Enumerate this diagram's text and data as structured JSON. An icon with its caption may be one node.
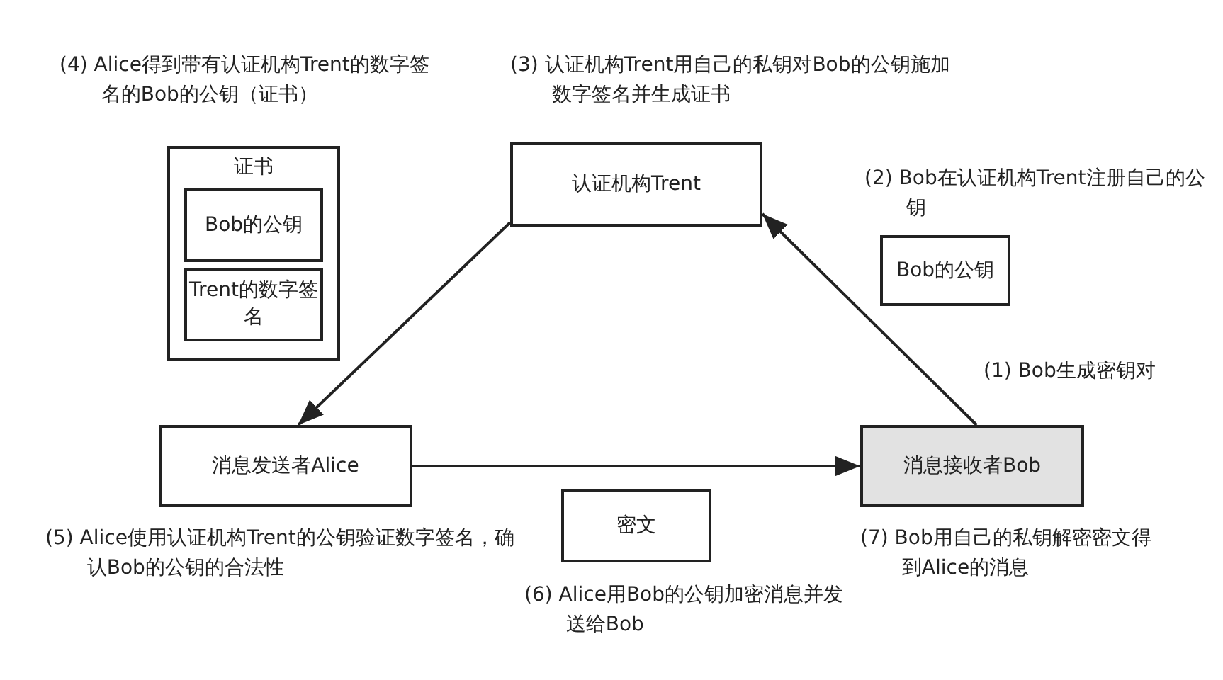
{
  "diagram": {
    "nodes": [
      {
        "text": [
          "证书"
        ]
      },
      {
        "text": [
          "Bob的公钥"
        ],
        "in": 0
      },
      {
        "text": [
          "Trent的数字签名"
        ],
        "in": 0
      },
      {
        "text": [
          "认证机构Trent"
        ]
      },
      {
        "text": [
          "Bob的公钥"
        ]
      },
      {
        "text": [
          "消息发送者Alice"
        ]
      },
      {
        "text": [
          "消息接收者Bob"
        ]
      },
      {
        "text": [
          "密文"
        ]
      }
    ],
    "edges": [
      {
        "from": 6,
        "to": 3,
        "arrow": "to"
      },
      {
        "from": 3,
        "to": 5,
        "arrow": "to"
      },
      {
        "from": 5,
        "to": 6,
        "arrow": "to"
      }
    ],
    "labels": [
      "(4) Alice得到带有认证机构Trent的数字签名的Bob的公钥（证书）",
      "(3) 认证机构Trent用自己的私钥对Bob的公钥施加数字签名并生成证书",
      "(2) Bob在认证机构Trent注册自己的公钥",
      "(1) Bob生成密钥对",
      "(5) Alice使用认证机构Trent的公钥验证数字签名，确认Bob的公钥的合法性",
      "(7) Bob用自己的私钥解密密文得到Alice的消息",
      "(6) Alice用Bob的公钥加密消息并发送给Bob"
    ]
  }
}
